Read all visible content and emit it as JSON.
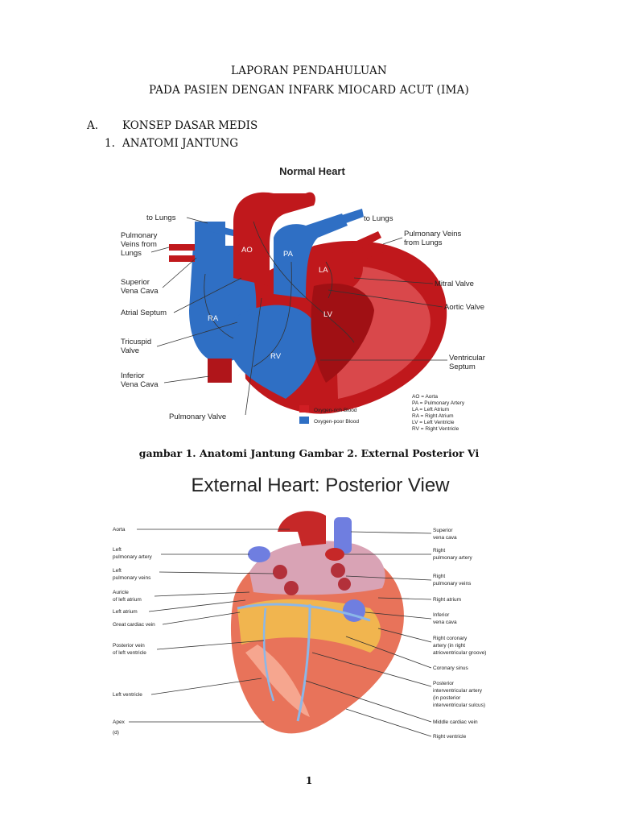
{
  "header": {
    "line1": "LAPORAN PENDAHULUAN",
    "line2": "PADA PASIEN DENGAN INFARK MIOCARD ACUT (IMA)"
  },
  "sections": {
    "a_marker": "A.",
    "a_title": "KONSEP DASAR MEDIS",
    "one_marker": "1.",
    "one_title": "ANATOMI JANTUNG"
  },
  "figure1": {
    "title": "Normal Heart",
    "labels": {
      "to_lungs_left": "to Lungs",
      "to_lungs_right": "to Lungs",
      "pulm_veins_left_1": "Pulmonary",
      "pulm_veins_left_2": "Veins from",
      "pulm_veins_left_3": "Lungs",
      "pulm_veins_right_1": "Pulmonary Veins",
      "pulm_veins_right_2": "from Lungs",
      "svc_1": "Superior",
      "svc_2": "Vena Cava",
      "atrial_septum": "Atrial Septum",
      "tricuspid_1": "Tricuspid",
      "tricuspid_2": "Valve",
      "ivc_1": "Inferior",
      "ivc_2": "Vena Cava",
      "pulmonary_valve": "Pulmonary Valve",
      "mitral_valve": "Mitral Valve",
      "aortic_valve": "Aortic Valve",
      "vent_septum_1": "Ventricular",
      "vent_septum_2": "Septum",
      "ao": "AO",
      "pa": "PA",
      "la": "LA",
      "lv": "LV",
      "ra": "RA",
      "rv": "RV"
    },
    "legend": {
      "rich": "Oxygen-rich Blood",
      "poor": "Oxygen-poor Blood",
      "rich_color": "#d01e24",
      "poor_color": "#2f6fc4"
    },
    "abbrev": [
      "AO = Aorta",
      "PA = Pulmonary Artery",
      "LA = Left Atrium",
      "RA = Right Atrium",
      "LV = Left Ventricle",
      "RV = Right Ventricle"
    ]
  },
  "caption": "gambar 1. Anatomi Jantung Gambar 2. External Posterior Vi",
  "figure2": {
    "title": "External Heart: Posterior View",
    "left_labels": [
      "Aorta",
      "Left",
      "pulmonary artery",
      "Left",
      "pulmonary veins",
      "Auricle",
      "of left atrium",
      "Left atrium",
      "Great cardiac vein",
      "Posterior vein",
      "of left ventricle",
      "Left ventricle",
      "Apex",
      "(d)"
    ],
    "right_labels": [
      "Superior",
      "vena cava",
      "Right",
      "pulmonary artery",
      "Right",
      "pulmonary veins",
      "Right atrium",
      "Inferior",
      "vena cava",
      "Right coronary",
      "artery (in right",
      "atrioventricular groove)",
      "Coronary sinus",
      "Posterior",
      "interventricular artery",
      "(in posterior",
      "interventricular sulcus)",
      "Middle cardiac vein",
      "Right ventricle"
    ]
  },
  "page_number": "1"
}
